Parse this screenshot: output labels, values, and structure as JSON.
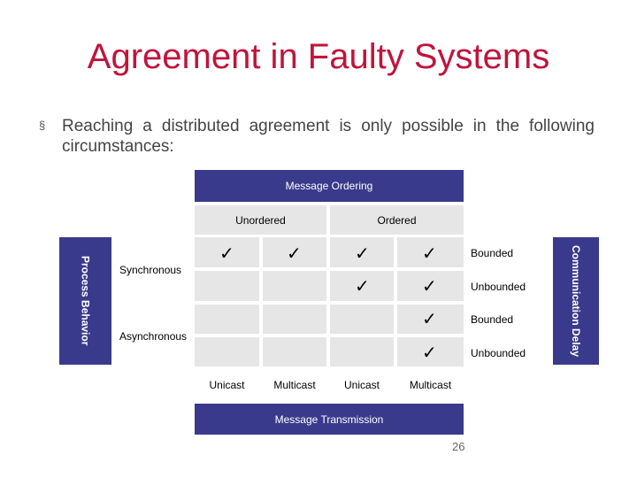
{
  "title": "Agreement in Faulty Systems",
  "bullet": {
    "marker": "§",
    "text": "Reaching a distributed agreement is only possible in the following circumstances:"
  },
  "table": {
    "top_header": "Message Ordering",
    "ordering": [
      "Unordered",
      "Ordered"
    ],
    "left_header": "Process Behavior",
    "right_header": "Communication Delay",
    "behavior_rows": [
      "Synchronous",
      "Asynchronous"
    ],
    "delay_rows": [
      "Bounded",
      "Unbounded",
      "Bounded",
      "Unbounded"
    ],
    "transmission": [
      "Unicast",
      "Multicast",
      "Unicast",
      "Multicast"
    ],
    "bottom_header": "Message Transmission",
    "check_mark": "✓"
  },
  "page_number": "26"
}
